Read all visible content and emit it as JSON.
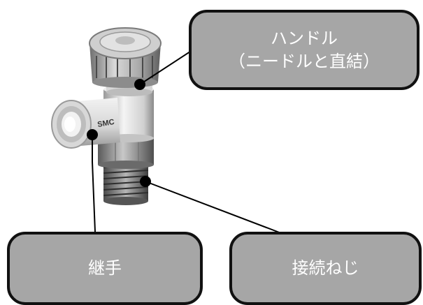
{
  "labels": {
    "handle": {
      "line1": "ハンドル",
      "line2": "（ニードルと直結）"
    },
    "joint": "継手",
    "thread": "接続ねじ"
  },
  "colors": {
    "callout_fill": "#a6a6a6",
    "callout_border": "#111111",
    "callout_text": "#ffffff",
    "leader": "#000000"
  },
  "icons": [
    "speed-controller-fitting-illustration",
    "leader-dot"
  ]
}
